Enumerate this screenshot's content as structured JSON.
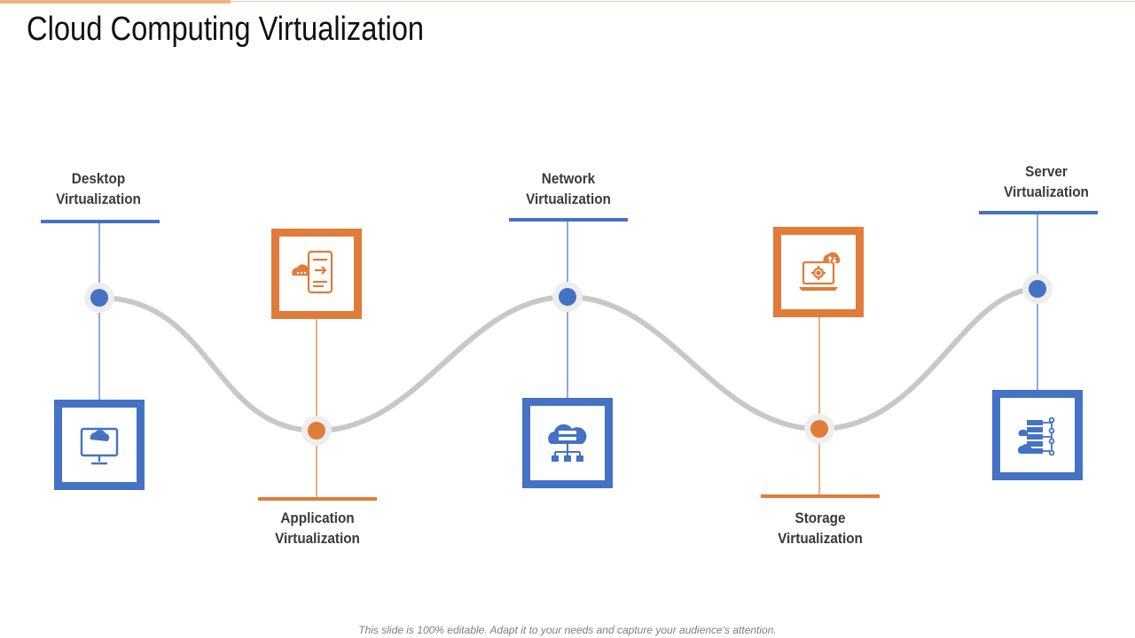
{
  "slide": {
    "title": "Cloud Computing Virtualization",
    "footer": "This slide is 100% editable. Adapt it to your needs and capture your audience's attention."
  },
  "colors": {
    "blue": "#4472c4",
    "orange": "#e07b39",
    "wave": "#c8c8c8"
  },
  "steps": [
    {
      "id": "desktop",
      "line1": "Desktop",
      "line2": "Virtualization",
      "color": "blue",
      "icon": "cloud-monitor-download-icon"
    },
    {
      "id": "application",
      "line1": "Application",
      "line2": "Virtualization",
      "color": "orange",
      "icon": "cloud-mobile-transfer-icon"
    },
    {
      "id": "network",
      "line1": "Network",
      "line2": "Virtualization",
      "color": "blue",
      "icon": "cloud-network-hierarchy-icon"
    },
    {
      "id": "storage",
      "line1": "Storage",
      "line2": "Virtualization",
      "color": "orange",
      "icon": "laptop-cloud-gear-icon"
    },
    {
      "id": "server",
      "line1": "Server",
      "line2": "Virtualization",
      "color": "blue",
      "icon": "server-rack-cloud-icon"
    }
  ]
}
